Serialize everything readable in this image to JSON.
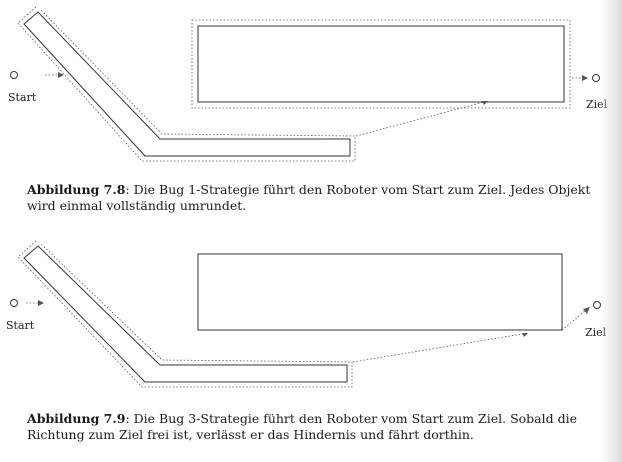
{
  "figures": [
    {
      "start_label": "Start",
      "goal_label": "Ziel",
      "caption_number": "Abbildung 7.8",
      "caption_text": ": Die Bug 1-Strategie führt den Roboter vom Start zum Ziel. Jedes Objekt wird einmal vollständig umrundet."
    },
    {
      "start_label": "Start",
      "goal_label": "Ziel",
      "caption_number": "Abbildung 7.9",
      "caption_text": ": Die Bug 3-Strategie führt den Roboter vom Start zum Ziel. Sobald die Richtung zum Ziel frei ist, verlässt er das Hindernis und fährt dorthin."
    }
  ]
}
